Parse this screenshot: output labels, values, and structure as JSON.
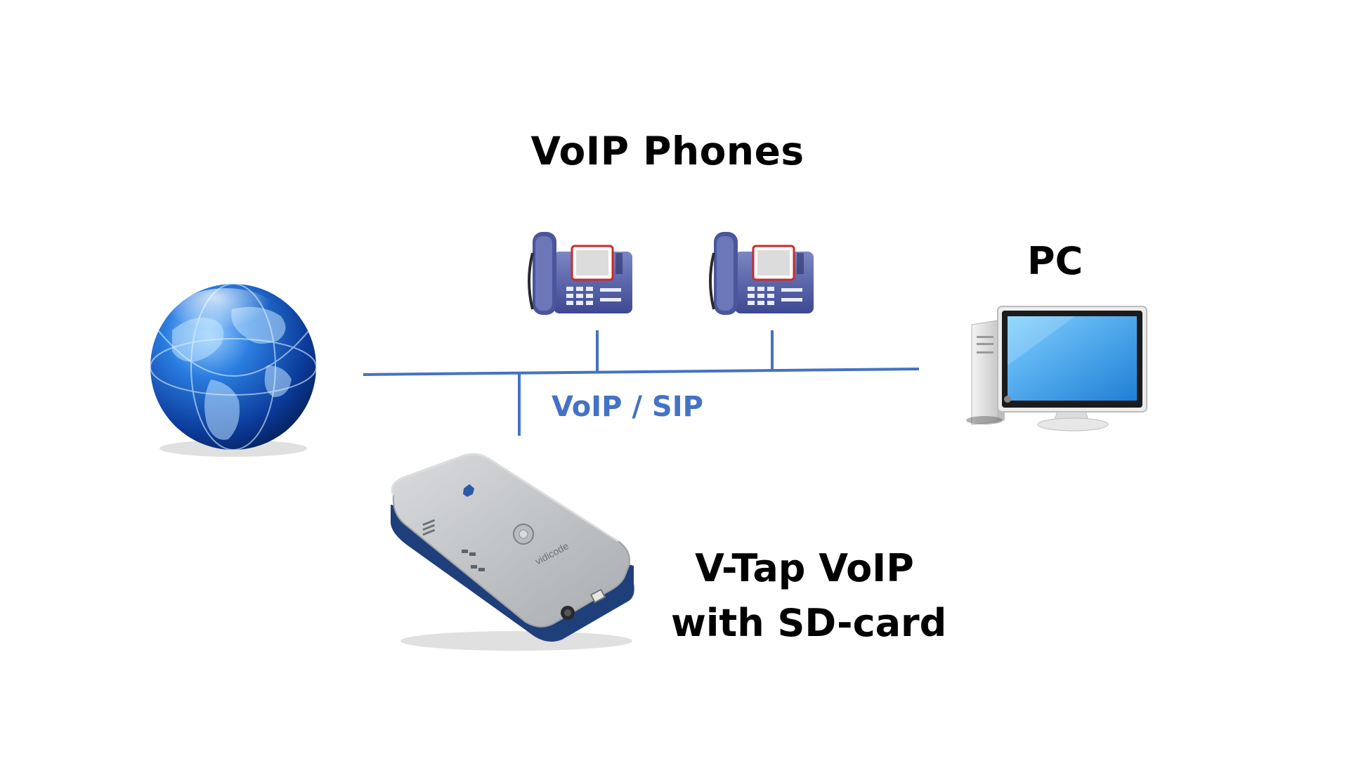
{
  "labels": {
    "phones_title": "VoIP Phones",
    "pc": "PC",
    "protocol": "VoIP / SIP",
    "recorder_line1": "V-Tap VoIP",
    "recorder_line2": "with SD-card",
    "device_brand": "vidicode"
  },
  "colors": {
    "network_line": "#4472C4",
    "protocol_text": "#4472C4",
    "label_text": "#000000",
    "phone_body": "#5a67a8",
    "globe": "#1e5fbf",
    "monitor_screen": "#3aa0e6",
    "recorder_shell": "#c9cbcd",
    "recorder_base": "#1f3f7a"
  },
  "icons": [
    "globe-icon",
    "voip-phone-icon",
    "desktop-pc-icon",
    "vtap-recorder-icon"
  ]
}
